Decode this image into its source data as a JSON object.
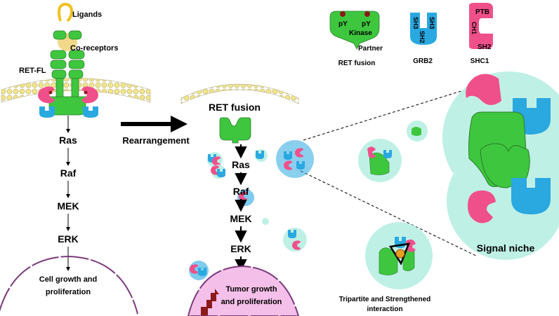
{
  "left_panel": {
    "ligands": "Ligands",
    "coreceptors": "Co-receptors",
    "receptor": "RET-FL",
    "cascade": [
      "Ras",
      "Raf",
      "MEK",
      "ERK"
    ],
    "outcome_line1": "Cell growth and",
    "outcome_line2": "proliferation"
  },
  "transition": {
    "label": "Rearrangement"
  },
  "middle_panel": {
    "title": "RET fusion",
    "cascade": [
      "Ras",
      "Raf",
      "MEK",
      "ERK"
    ],
    "outcome_line1": "Tumor growth",
    "outcome_line2": "and proliferation"
  },
  "legend": {
    "ret_fusion": {
      "py_left": "pY",
      "py_right": "pY",
      "kinase": "Kinase",
      "partner": "Partner",
      "caption": "RET fusion"
    },
    "grb2": {
      "sh3_left": "SH3",
      "sh2": "SH2",
      "sh3_right": "SH3",
      "caption": "GRB2"
    },
    "shc1": {
      "ptb": "PTB",
      "ch1": "CH1",
      "sh2": "SH2",
      "caption": "SHC1"
    }
  },
  "right_panel": {
    "signal_niche": "Signal niche",
    "tripartite_line1": "Tripartite and Strengthened",
    "tripartite_line2": "interaction"
  },
  "colors": {
    "ret_green": "#3ec73e",
    "grb2_blue": "#2aa8e0",
    "shc1_pink": "#f0508a",
    "ligand_yellow": "#f2d98a",
    "condensate_teal": "#bff0e6",
    "nucleus_pink": "#f4bfe9",
    "membrane_yellow": "#f2e58a"
  }
}
